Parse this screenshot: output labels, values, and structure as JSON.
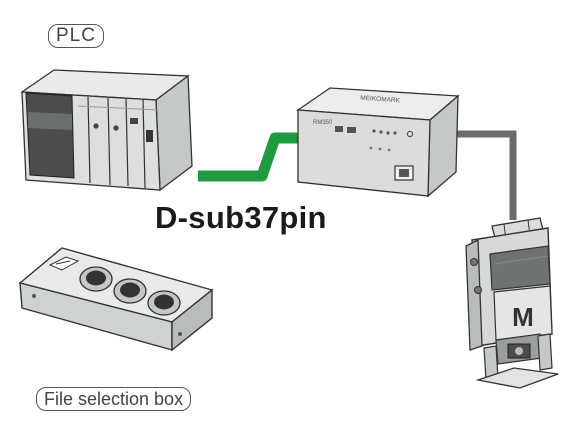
{
  "labels": {
    "plc": "PLC",
    "cable": "D-sub37pin",
    "file_selection_box": "File selection box"
  },
  "controller_text": {
    "brand": "MEIKOMARK",
    "model": "RM350"
  },
  "marker_head_text": {
    "logo": "M"
  },
  "colors": {
    "dsub_cable": "#1f9a3e",
    "signal_cable": "#6b6b6b",
    "device_body": "#d9dcda",
    "outline": "#333333"
  }
}
